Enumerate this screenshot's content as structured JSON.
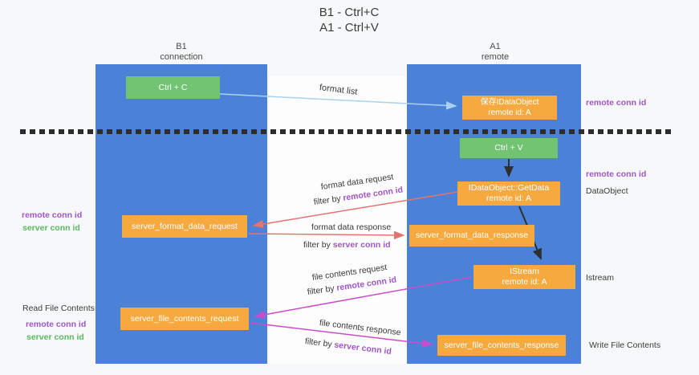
{
  "title": {
    "line1": "B1 - Ctrl+C",
    "line2": "A1 - Ctrl+V"
  },
  "lanes": {
    "left": {
      "title": "B1",
      "subtitle": "connection"
    },
    "right": {
      "title": "A1",
      "subtitle": "remote"
    }
  },
  "nodes": {
    "ctrl_c": {
      "label": "Ctrl + C"
    },
    "save_dataobject": {
      "line1": "保存IDataObject",
      "line2": "remote id: A"
    },
    "ctrl_v": {
      "label": "Ctrl + V"
    },
    "getdata": {
      "line1": "IDataObject::GetData",
      "line2": "remote id: A"
    },
    "istream": {
      "line1": "IStream",
      "line2": "remote id: A"
    },
    "server_format_data_request": {
      "label": "server_format_data_request"
    },
    "server_format_data_response": {
      "label": "server_format_data_response"
    },
    "server_file_contents_request": {
      "label": "server_file_contents_request"
    },
    "server_file_contents_response": {
      "label": "server_file_contents_response"
    }
  },
  "arrows": {
    "format_list": {
      "label": "format list"
    },
    "format_data_request": {
      "label": "format data request",
      "filter_prefix": "filter by ",
      "filter_key": "remote conn id"
    },
    "format_data_response": {
      "label": "format data response",
      "filter_prefix": "filter by ",
      "filter_key": "server conn id"
    },
    "file_contents_request": {
      "label": "file contents request",
      "filter_prefix": "filter by ",
      "filter_key": "remote conn id"
    },
    "file_contents_response": {
      "label": "file contents response",
      "filter_prefix": "filter by ",
      "filter_key": "server conn id"
    }
  },
  "side_labels": {
    "right_remote_conn_id_top": "remote conn id",
    "right_remote_conn_id_mid": "remote conn id",
    "dataobject": "DataObject",
    "istream": "Istream",
    "write_file_contents": "Write File Contents",
    "left_remote_conn_id_mid": "remote conn id",
    "left_server_conn_id_mid": "server conn id",
    "read_file_contents": "Read File Contents",
    "left_remote_conn_id_bottom": "remote conn id",
    "left_server_conn_id_bottom": "server conn id"
  },
  "colors": {
    "lane_fill": "#4b82d8",
    "green_box": "#72c372",
    "orange_box": "#f6a93f",
    "arrow_blue": "#a9d2ee",
    "arrow_red": "#e5736e",
    "arrow_magenta": "#cb4ccb",
    "arrow_black": "#2f2f2f",
    "dashed_divider": "#2d2d2d",
    "purple_text": "#a155c8",
    "green_text": "#5cb860",
    "background": "#f7f8f9"
  }
}
